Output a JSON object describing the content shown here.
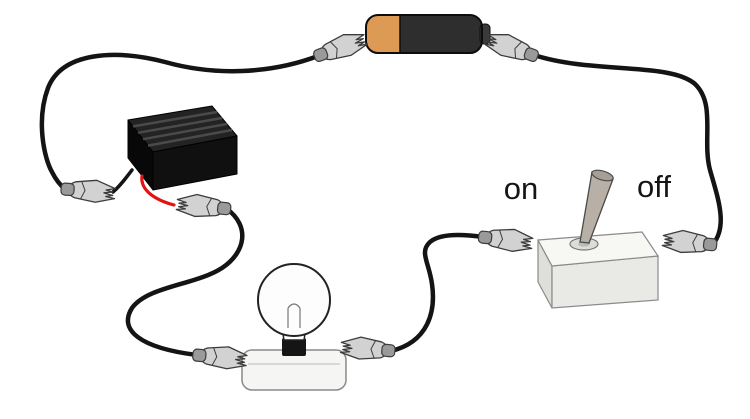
{
  "illustration": {
    "name": "simple-electric-circuit",
    "labels": {
      "on": "on",
      "off": "off"
    },
    "components": [
      {
        "name": "battery"
      },
      {
        "name": "black-box-load"
      },
      {
        "name": "light-bulb"
      },
      {
        "name": "toggle-switch"
      },
      {
        "name": "alligator-clip-leads"
      }
    ]
  },
  "colors": {
    "background": "#ffffff",
    "wire": "#141414",
    "red_wire": "#e11414",
    "battery_body": "#2e2e2e",
    "battery_band": "#dd9a55",
    "battery_tip": "#3a3a3a",
    "clip_body": "#d2d2d2",
    "clip_sleeve": "#9a9a9a",
    "box_top": "#232323",
    "box_front": "#080808",
    "bulb_base": "#f5f5f3",
    "switch_base": "#f7f7f4",
    "lever": "#b8b0a6",
    "label_text": "#151515"
  }
}
